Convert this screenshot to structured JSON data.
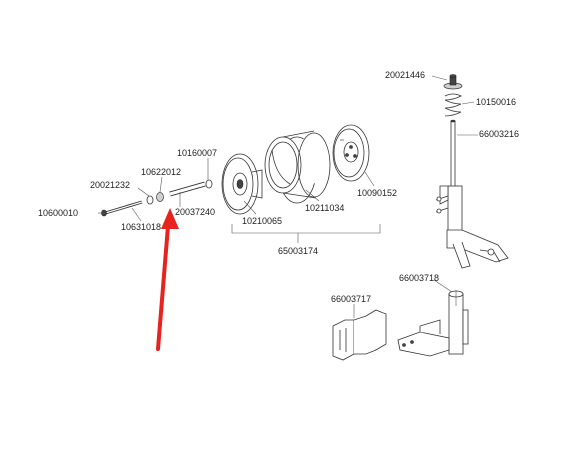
{
  "diagram": {
    "part_labels": [
      "20021446",
      "10150016",
      "66003216",
      "10160007",
      "10622012",
      "20021232",
      "10600010",
      "10631018",
      "20037240",
      "10210065",
      "10211034",
      "10090152",
      "65003174",
      "66003718",
      "66003717"
    ],
    "arrow_color": "#e8221e",
    "line_color": "#333333"
  }
}
